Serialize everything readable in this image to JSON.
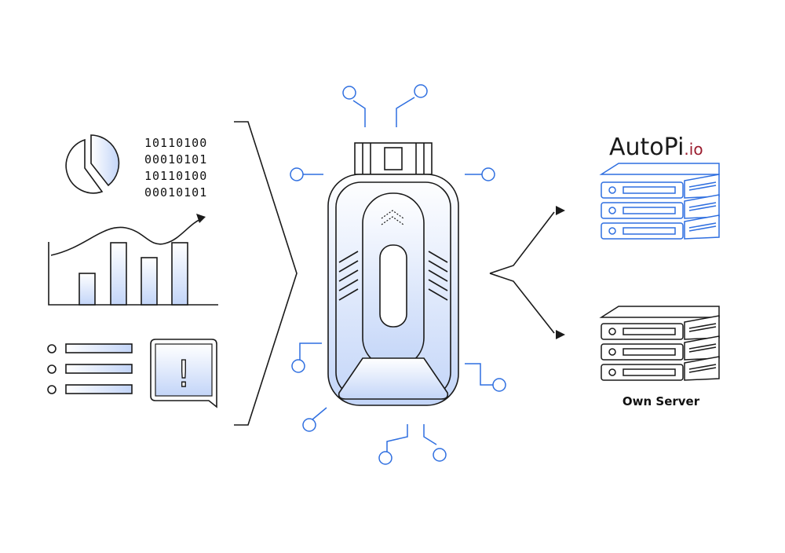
{
  "binary": [
    "10110100",
    "00010101",
    "10110100",
    "00010101"
  ],
  "logo": {
    "main": "AutoPi",
    "suffix": ".io"
  },
  "own_server_label": "Own Server",
  "alert_symbol": "!",
  "colors": {
    "accent": "#2f6fe0",
    "line": "#1a1a1a",
    "logo_red": "#9b1c2e",
    "gradient_start": "#ffffff",
    "gradient_end": "#c7d7f7"
  }
}
